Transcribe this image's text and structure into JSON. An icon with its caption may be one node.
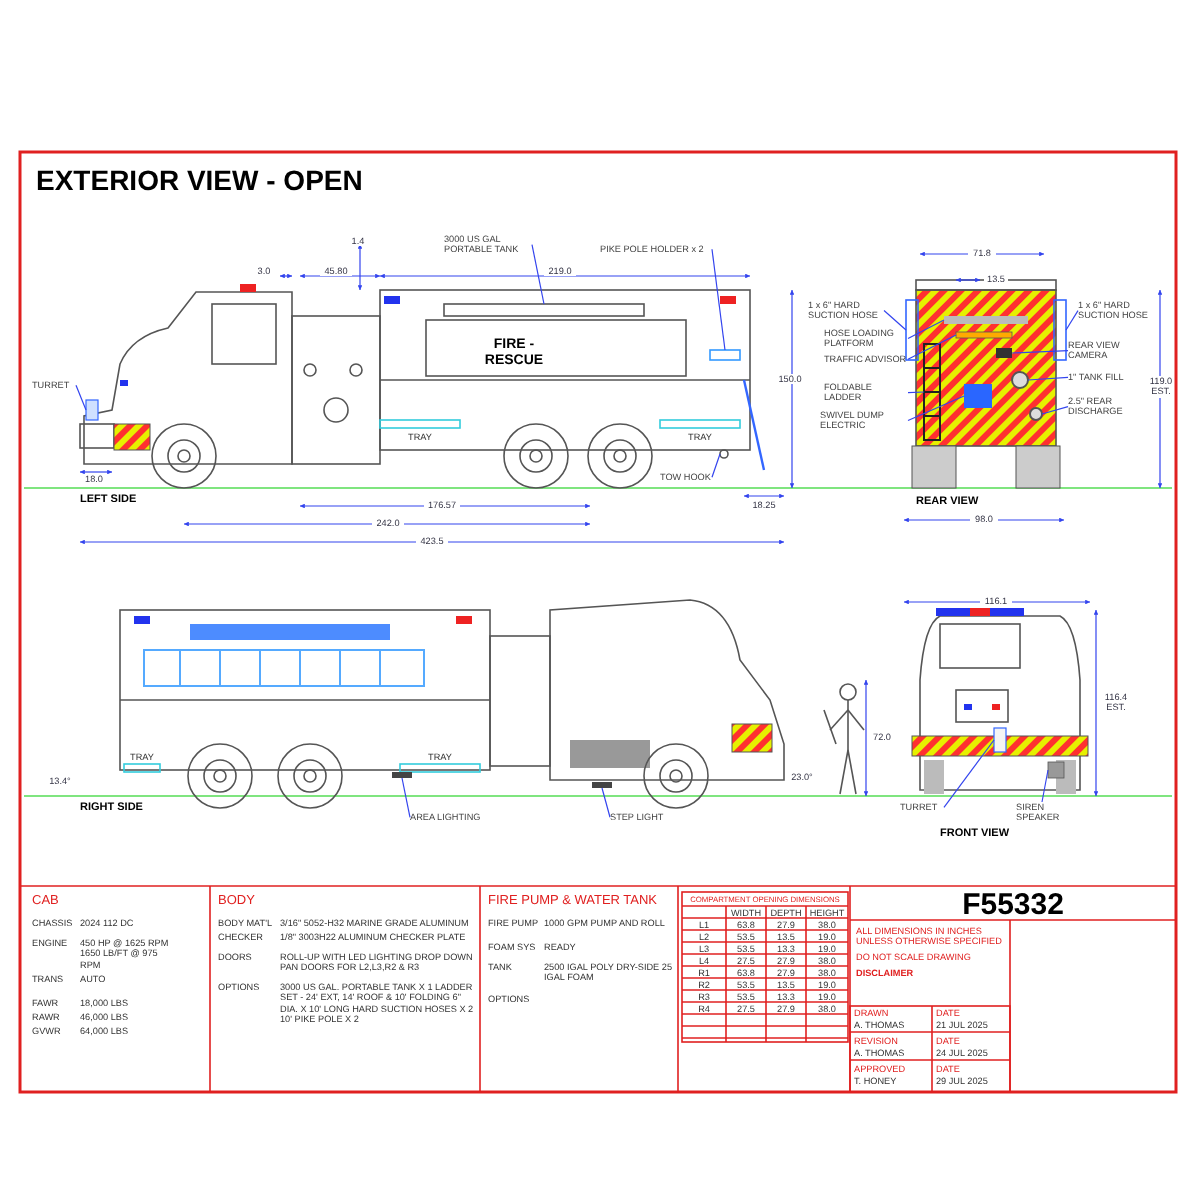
{
  "diagram": {
    "title": "EXTERIOR VIEW - OPEN",
    "nodes": [
      {
        "text": [
          "TURRET"
        ]
      },
      {
        "text": [
          "3000 US GAL PORTABLE TANK"
        ]
      },
      {
        "text": [
          "PIKE POLE HOLDER x 2"
        ]
      },
      {
        "text": [
          "TOW HOOK"
        ]
      },
      {
        "text": [
          "1 x 6\" HARD SUCTION HOSE"
        ]
      },
      {
        "text": [
          "HOSE LOADING PLATFORM"
        ]
      },
      {
        "text": [
          "TRAFFIC ADVISOR"
        ]
      },
      {
        "text": [
          "FOLDABLE LADDER"
        ]
      },
      {
        "text": [
          "SWIVEL DUMP ELECTRIC"
        ]
      },
      {
        "text": [
          "1 x 6\" HARD SUCTION HOSE"
        ]
      },
      {
        "text": [
          "REAR VIEW CAMERA"
        ]
      },
      {
        "text": [
          "1\" TANK FILL"
        ]
      },
      {
        "text": [
          "2.5\" REAR DISCHARGE"
        ]
      },
      {
        "text": [
          "AREA LIGHTING"
        ]
      },
      {
        "text": [
          "STEP LIGHT"
        ]
      },
      {
        "text": [
          "TURRET"
        ]
      },
      {
        "text": [
          "SIREN SPEAKER"
        ]
      },
      {
        "text": [],
        "shape": "box"
      },
      {
        "text": [],
        "shape": "box"
      },
      {
        "text": [],
        "shape": "box"
      },
      {
        "text": [],
        "shape": "circle"
      },
      {
        "text": [],
        "shape": "box"
      },
      {
        "text": [],
        "shape": "box"
      },
      {
        "text": [],
        "shape": "box"
      },
      {
        "text": [],
        "shape": "picture"
      },
      {
        "text": [],
        "shape": "box"
      },
      {
        "text": [],
        "shape": "box"
      },
      {
        "text": [],
        "shape": "box"
      },
      {
        "text": [],
        "shape": "circle"
      },
      {
        "text": [],
        "shape": "circle"
      },
      {
        "text": [],
        "shape": "box"
      },
      {
        "text": [],
        "shape": "box"
      },
      {
        "text": [],
        "shape": "box"
      },
      {
        "text": [],
        "shape": "box"
      }
    ],
    "edges": [
      {
        "from": 0,
        "to": 17,
        "arrow": "none"
      },
      {
        "from": 1,
        "to": 18,
        "arrow": "none"
      },
      {
        "from": 2,
        "to": 19,
        "arrow": "none"
      },
      {
        "from": 3,
        "to": 20,
        "arrow": "none"
      },
      {
        "from": 4,
        "to": 21,
        "arrow": "none"
      },
      {
        "from": 5,
        "to": 22,
        "arrow": "none"
      },
      {
        "from": 6,
        "to": 23,
        "arrow": "none"
      },
      {
        "from": 7,
        "to": 24,
        "arrow": "none"
      },
      {
        "from": 8,
        "to": 25,
        "arrow": "none"
      },
      {
        "from": 9,
        "to": 26,
        "arrow": "none"
      },
      {
        "from": 10,
        "to": 27,
        "arrow": "none"
      },
      {
        "from": 11,
        "to": 28,
        "arrow": "none"
      },
      {
        "from": 12,
        "to": 29,
        "arrow": "none"
      },
      {
        "from": 13,
        "to": 30,
        "arrow": "none"
      },
      {
        "from": 14,
        "to": 31,
        "arrow": "none"
      },
      {
        "from": 15,
        "to": 32,
        "arrow": "none"
      },
      {
        "from": 16,
        "to": 33,
        "arrow": "none"
      }
    ],
    "labels": [
      "FIRE - RESCUE",
      "1.4",
      "3.0",
      "45.80",
      "219.0",
      "150.0",
      "18.0",
      "LEFT SIDE",
      "176.57",
      "242.0",
      "423.5",
      "18.25",
      "TRAY",
      "TRAY",
      "71.8",
      "13.5",
      "119.0 EST.",
      "REAR VIEW",
      "98.0",
      "13.4°",
      "RIGHT SIDE",
      "TRAY",
      "TRAY",
      "72.0",
      "23.0°",
      "116.1",
      "116.4 EST.",
      "FRONT VIEW",
      "CAB",
      "CHASSIS",
      "2024 112 DC",
      "ENGINE",
      "450 HP @ 1625 RPM 1650 LB/FT @ 975 RPM",
      "TRANS",
      "AUTO",
      "FAWR",
      "18,000 LBS",
      "RAWR",
      "46,000 LBS",
      "GVWR",
      "64,000 LBS",
      "BODY",
      "BODY MAT'L",
      "3/16\" 5052-H32 MARINE GRADE ALUMINUM",
      "CHECKER",
      "1/8\" 3003H22 ALUMINUM CHECKER PLATE",
      "DOORS",
      "ROLL-UP WITH LED LIGHTING DROP DOWN PAN DOORS FOR L2,L3,R2 & R3",
      "OPTIONS",
      "3000 US GAL. PORTABLE TANK X 1 LADDER SET - 24' EXT, 14' ROOF & 10' FOLDING 6\" DIA. X 10' LONG HARD SUCTION HOSES X 2 10' PIKE POLE X 2",
      "FIRE PUMP & WATER TANK",
      "FIRE PUMP",
      "1000 GPM PUMP AND ROLL",
      "FOAM SYS",
      "READY",
      "TANK",
      "2500 IGAL POLY DRY-SIDE 25 IGAL FOAM",
      "OPTIONS",
      "COMPARTMENT OPENING DIMENSIONS",
      "WIDTH",
      "DEPTH",
      "HEIGHT",
      "L1",
      "63.8",
      "27.9",
      "38.0",
      "L2",
      "53.5",
      "13.5",
      "19.0",
      "L3",
      "53.5",
      "13.3",
      "19.0",
      "L4",
      "27.5",
      "27.9",
      "38.0",
      "R1",
      "63.8",
      "27.9",
      "38.0",
      "R2",
      "53.5",
      "13.5",
      "19.0",
      "R3",
      "53.5",
      "13.3",
      "19.0",
      "R4",
      "27.5",
      "27.9",
      "38.0",
      "F55332",
      "ALL DIMENSIONS IN INCHES UNLESS OTHERWISE SPECIFIED",
      "DO NOT SCALE DRAWING",
      "DISCLAIMER",
      "DRAWN",
      "DATE",
      "A. THOMAS",
      "21 JUL 2025",
      "REVISION",
      "DATE",
      "A. THOMAS",
      "24 JUL 2025",
      "APPROVED",
      "DATE",
      "T. HONEY",
      "29 JUL 2025"
    ]
  }
}
